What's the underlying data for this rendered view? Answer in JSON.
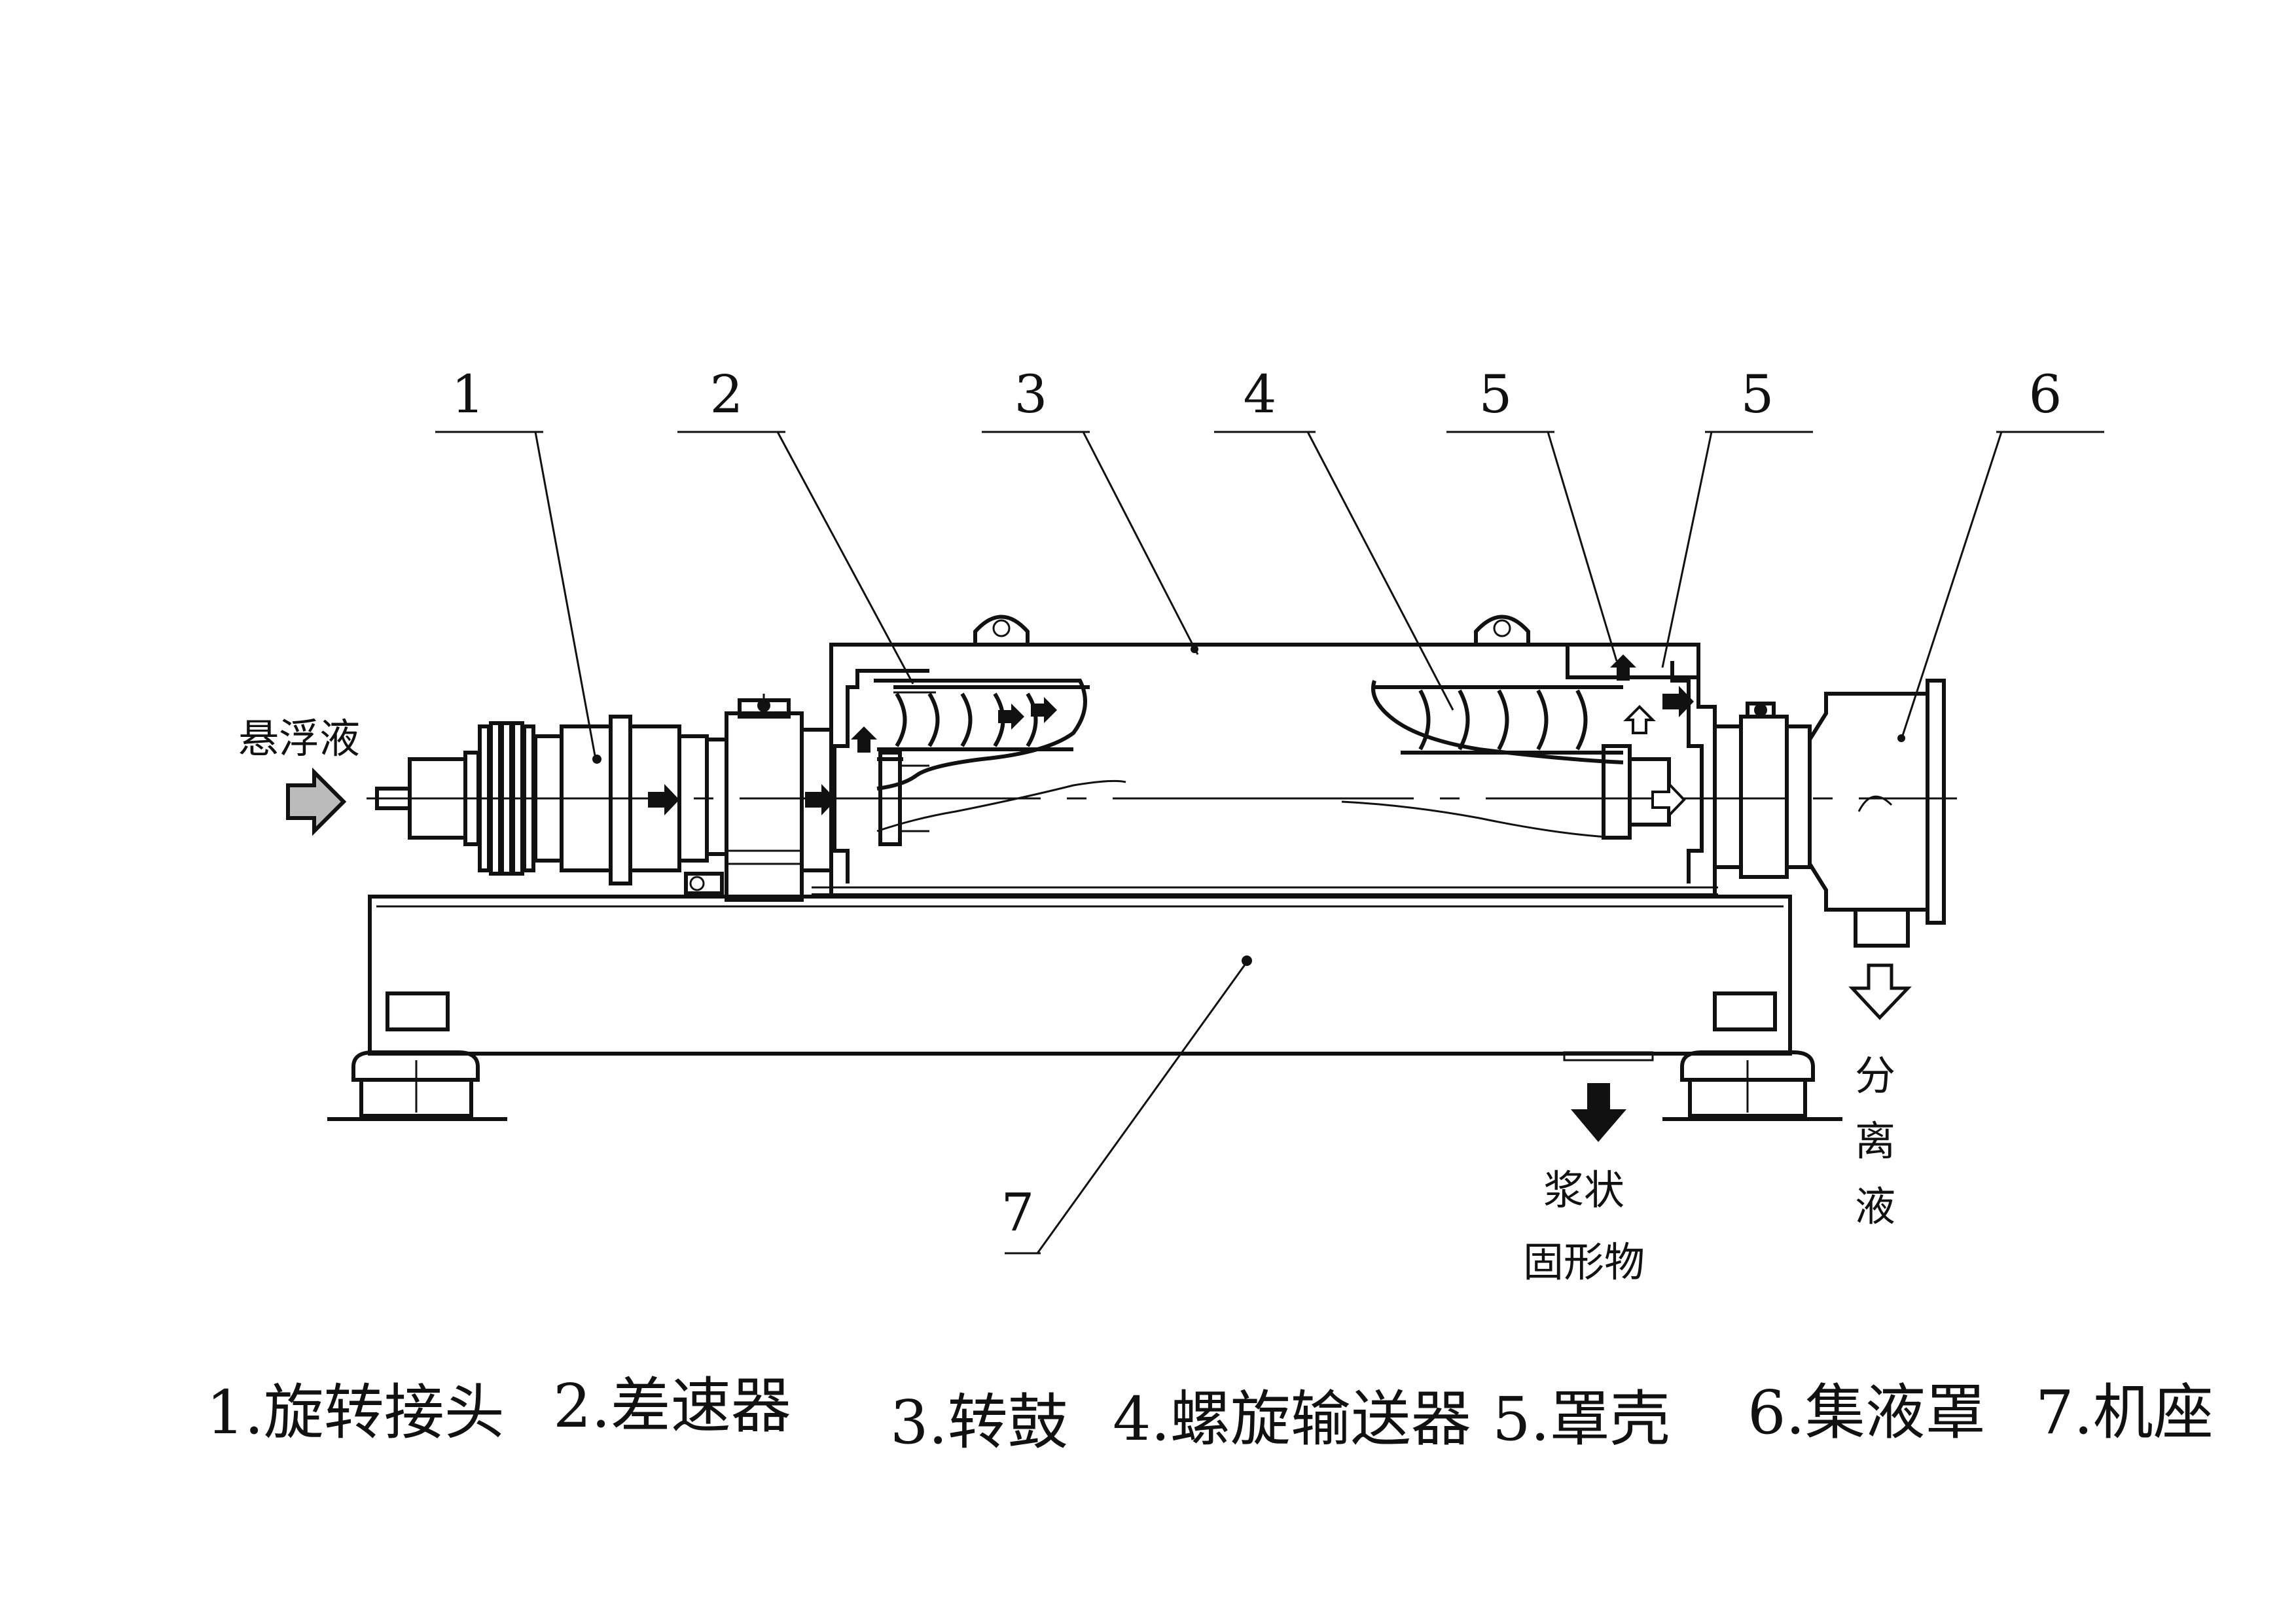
{
  "callouts": [
    "1",
    "2",
    "3",
    "4",
    "5",
    "5",
    "6",
    "7"
  ],
  "flow_labels": {
    "feed": "悬浮液",
    "separated_liquid": [
      "分",
      "离",
      "液"
    ],
    "slurry_solids": [
      "浆状",
      "固形物"
    ]
  },
  "legend": [
    "1.旋转接头",
    "2.差速器",
    "3.转鼓",
    "4.螺旋输送器",
    "5.罩壳",
    "6.集液罩",
    "7.机座"
  ]
}
